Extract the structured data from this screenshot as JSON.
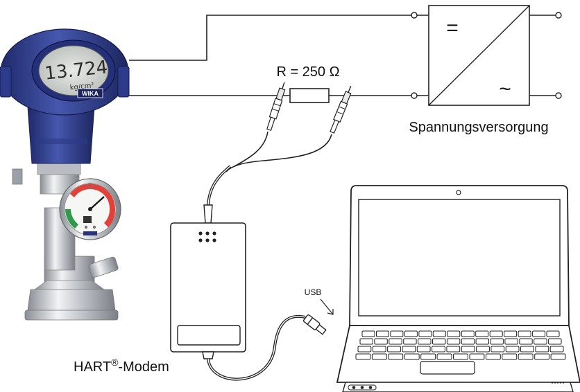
{
  "labels": {
    "resistor": "R = 250 Ω",
    "power_supply": "Spannungsversorgung",
    "modem_base": "HART",
    "modem_reg": "®",
    "modem_suffix": "-Modem",
    "usb": "USB",
    "dc_symbol": "=",
    "ac_symbol": "~"
  },
  "transmitter": {
    "display_value": "13.724",
    "display_unit": "kg/cm²",
    "brand": "WIKA"
  },
  "colors": {
    "housing_blue": "#3a4a9a",
    "wire": "#222222",
    "gauge_red": "#e0413a",
    "gauge_green": "#2e9a4a"
  }
}
